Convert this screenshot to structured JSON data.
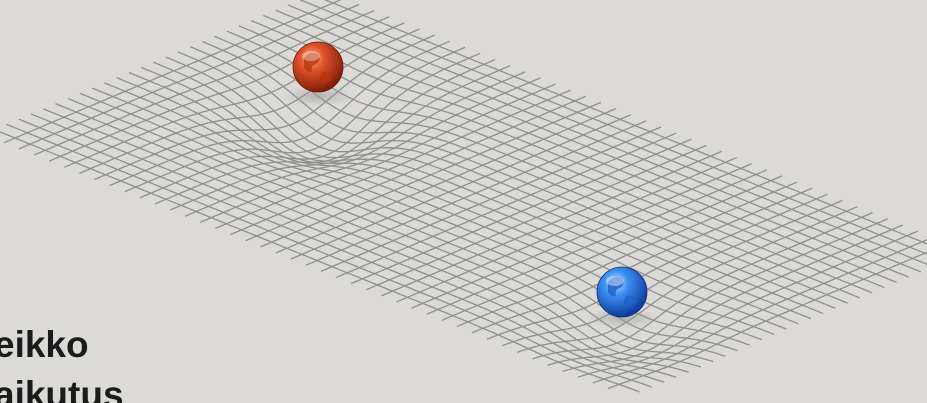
{
  "caption": {
    "line1": "eikko",
    "line2": "aikutus"
  },
  "colors": {
    "background": "#dcdad6",
    "grid_line": "#8f8f8f",
    "red_sphere": "#d8401c",
    "blue_sphere": "#2f7fe6",
    "text": "#1b1b1b"
  },
  "icons": [
    "red-sphere-icon",
    "blue-sphere-icon",
    "spacetime-grid"
  ]
}
